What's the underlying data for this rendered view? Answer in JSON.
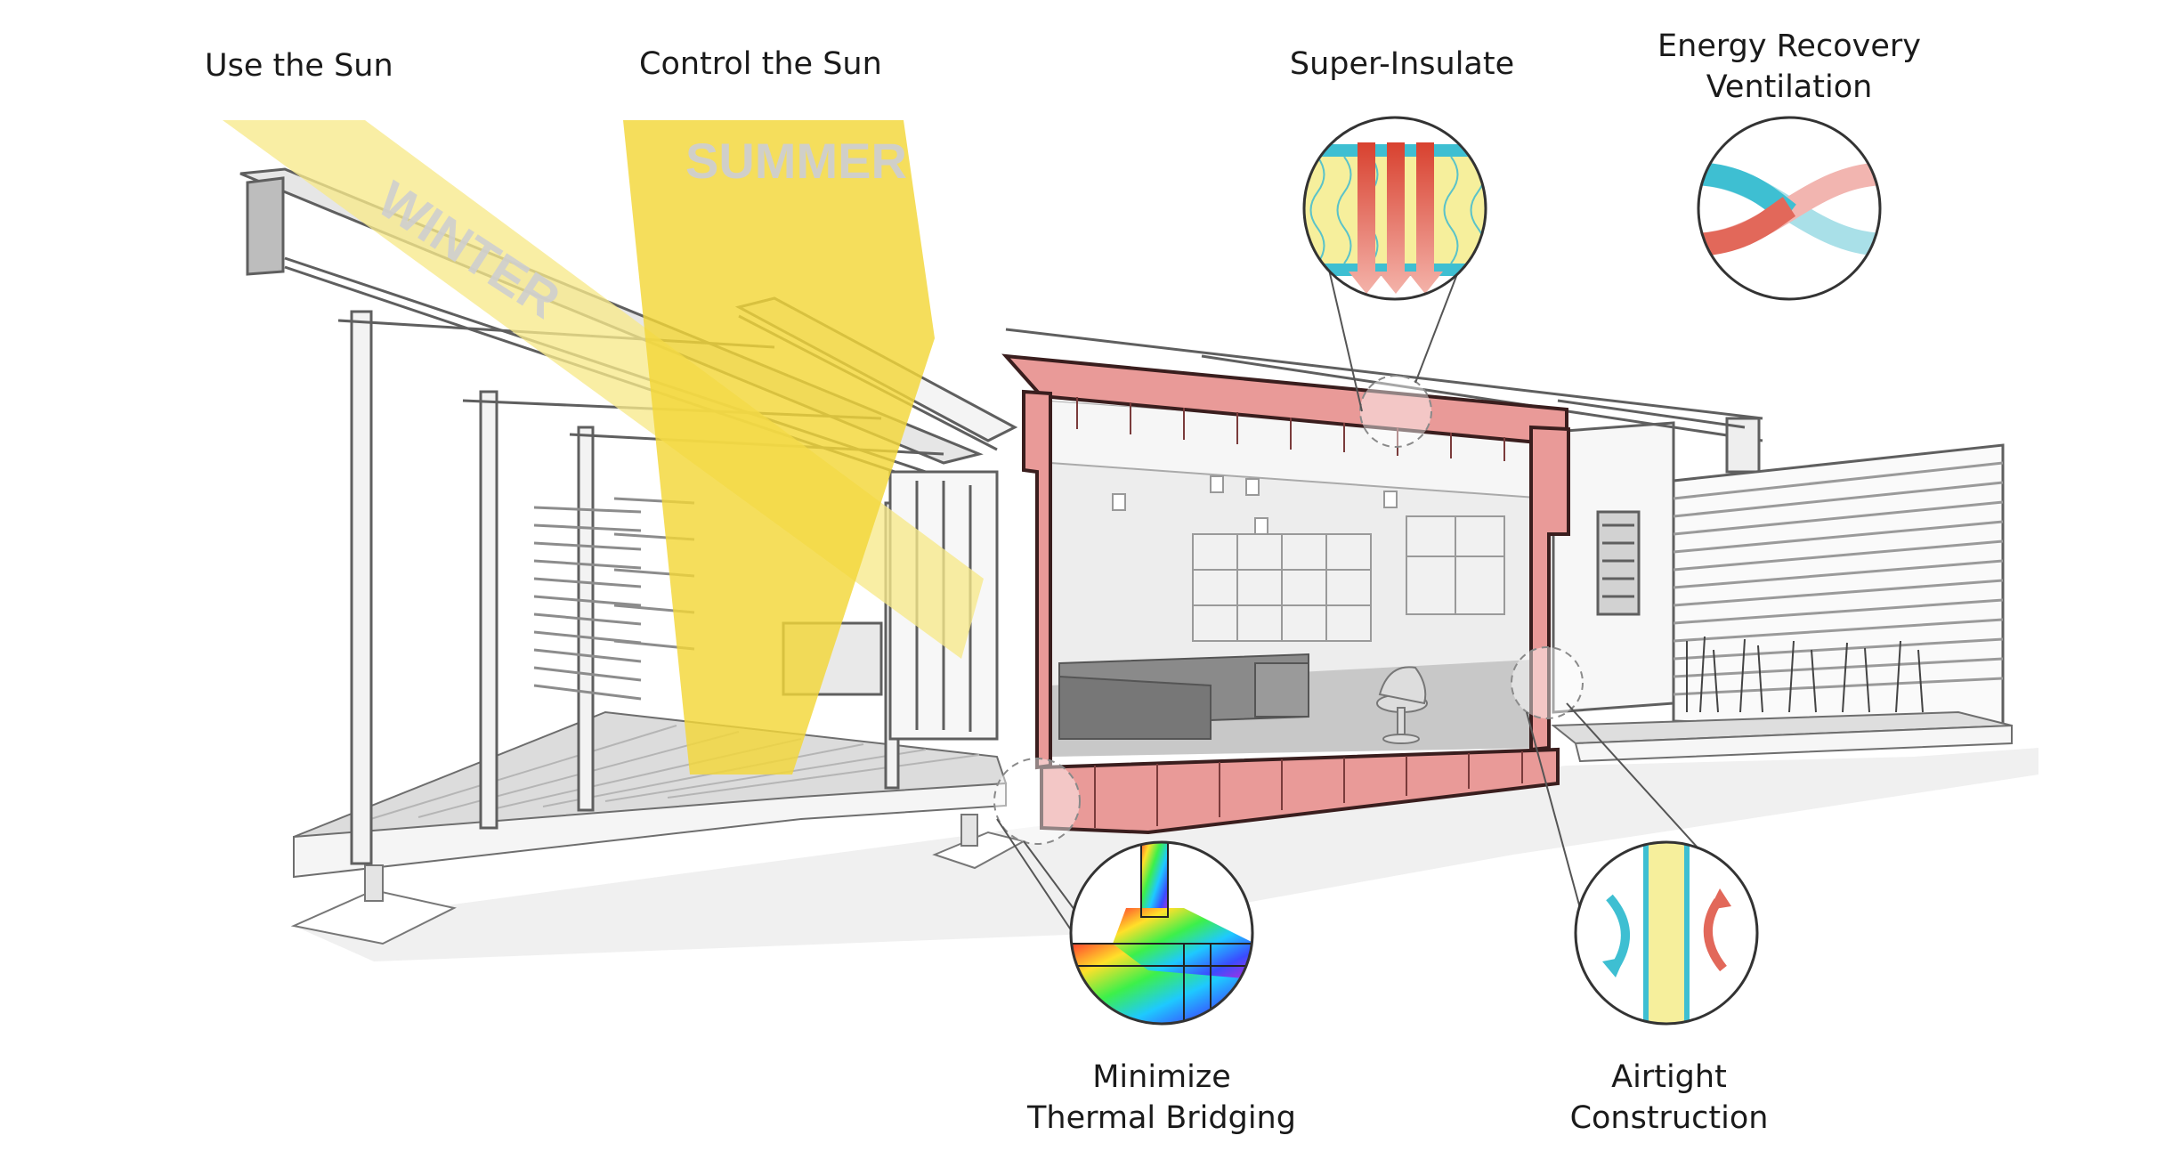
{
  "labels": {
    "use_sun": "Use the Sun",
    "control_sun": "Control the Sun",
    "super_insulate": "Super-Insulate",
    "erv_line1": "Energy Recovery",
    "erv_line2": "Ventilation",
    "thermal_line1": "Minimize",
    "thermal_line2": "Thermal Bridging",
    "airtight_line1": "Airtight",
    "airtight_line2": "Construction"
  },
  "sun_labels": {
    "winter": "WINTER",
    "summer": "SUMMER"
  },
  "colors": {
    "sun_winter": "#f7e98a",
    "sun_summer": "#f3d738",
    "insulation": "#e99a98",
    "insulation_stroke": "#3a1e1e",
    "cool_air": "#3ebfd2",
    "warm_air": "#e2685a",
    "line_gray": "#8a8a8a",
    "text": "#1a1a1a"
  }
}
